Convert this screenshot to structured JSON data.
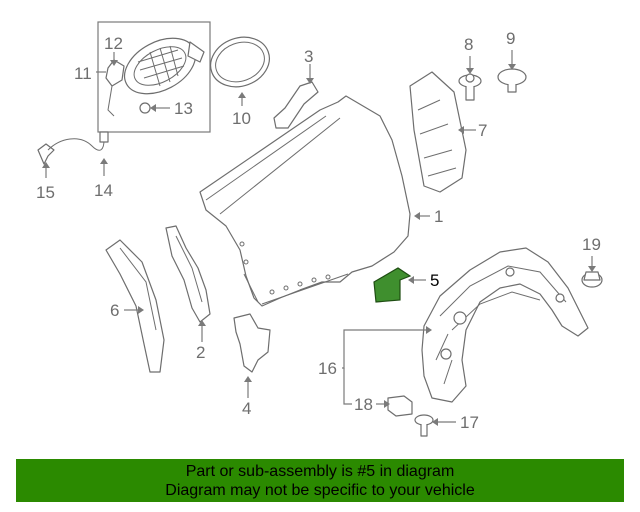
{
  "diagram": {
    "callouts": [
      {
        "id": "1",
        "text": "1"
      },
      {
        "id": "2",
        "text": "2"
      },
      {
        "id": "3",
        "text": "3"
      },
      {
        "id": "4",
        "text": "4"
      },
      {
        "id": "5",
        "text": "5"
      },
      {
        "id": "6",
        "text": "6"
      },
      {
        "id": "7",
        "text": "7"
      },
      {
        "id": "8",
        "text": "8"
      },
      {
        "id": "9",
        "text": "9"
      },
      {
        "id": "10",
        "text": "10"
      },
      {
        "id": "11",
        "text": "11"
      },
      {
        "id": "12",
        "text": "12"
      },
      {
        "id": "13",
        "text": "13"
      },
      {
        "id": "14",
        "text": "14"
      },
      {
        "id": "15",
        "text": "15"
      },
      {
        "id": "16",
        "text": "16"
      },
      {
        "id": "17",
        "text": "17"
      },
      {
        "id": "18",
        "text": "18"
      },
      {
        "id": "19",
        "text": "19"
      }
    ],
    "highlight_color": "#3f8f2e"
  },
  "banner": {
    "line1": "Part or sub-assembly is #5 in diagram",
    "line2": "Diagram may not be specific to your vehicle",
    "background": "#2b8a00"
  }
}
